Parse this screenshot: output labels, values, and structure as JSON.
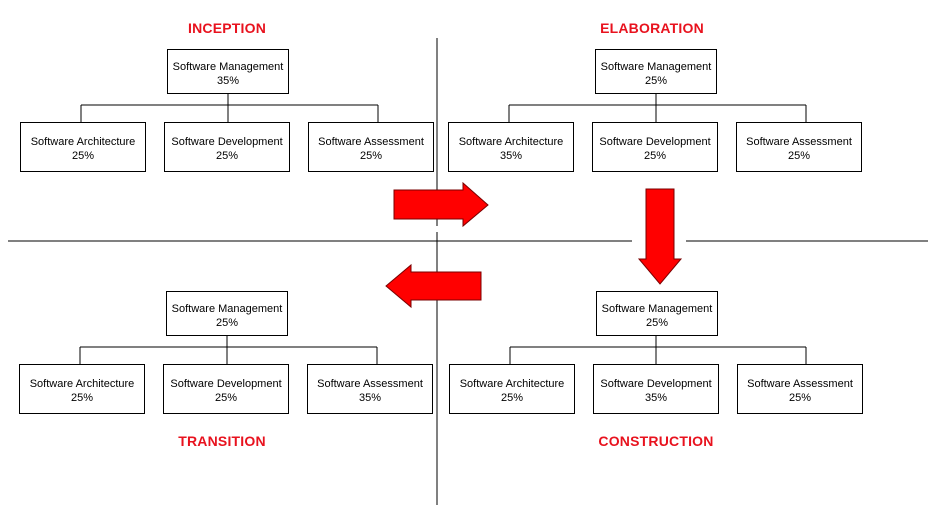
{
  "phases": {
    "inception": {
      "title": "INCEPTION",
      "management": {
        "label": "Software Management",
        "value": "35%"
      },
      "architecture": {
        "label": "Software Architecture",
        "value": "25%"
      },
      "development": {
        "label": "Software Development",
        "value": "25%"
      },
      "assessment": {
        "label": "Software Assessment",
        "value": "25%"
      }
    },
    "elaboration": {
      "title": "ELABORATION",
      "management": {
        "label": "Software Management",
        "value": "25%"
      },
      "architecture": {
        "label": "Software Architecture",
        "value": "35%"
      },
      "development": {
        "label": "Software Development",
        "value": "25%"
      },
      "assessment": {
        "label": "Software Assessment",
        "value": "25%"
      }
    },
    "transition": {
      "title": "TRANSITION",
      "management": {
        "label": "Software Management",
        "value": "25%"
      },
      "architecture": {
        "label": "Software Architecture",
        "value": "25%"
      },
      "development": {
        "label": "Software Development",
        "value": "25%"
      },
      "assessment": {
        "label": "Software Assessment",
        "value": "35%"
      }
    },
    "construction": {
      "title": "CONSTRUCTION",
      "management": {
        "label": "Software Management",
        "value": "25%"
      },
      "architecture": {
        "label": "Software Architecture",
        "value": "25%"
      },
      "development": {
        "label": "Software Development",
        "value": "35%"
      },
      "assessment": {
        "label": "Software Assessment",
        "value": "25%"
      }
    }
  },
  "colors": {
    "title": "#e8121e",
    "arrow": "#ff0000",
    "arrow_stroke": "#7a0000"
  }
}
